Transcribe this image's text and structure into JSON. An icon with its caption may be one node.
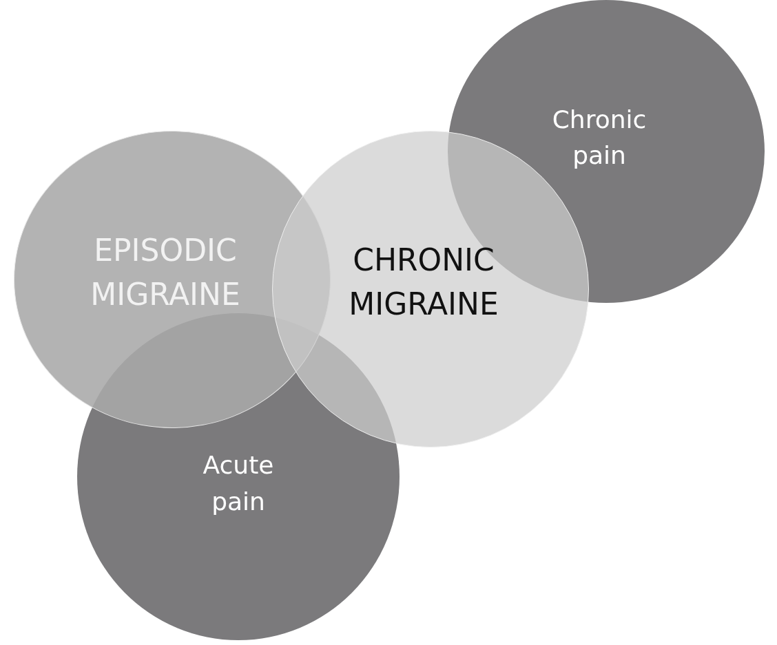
{
  "diagram": {
    "nodes": [
      {
        "text": [
          "Chronic pain"
        ]
      },
      {
        "text": [
          "Acute pain"
        ]
      },
      {
        "text": [
          "EPISODIC MIGRAINE"
        ]
      },
      {
        "text": [
          "CHRONIC MIGRAINE"
        ]
      }
    ]
  }
}
